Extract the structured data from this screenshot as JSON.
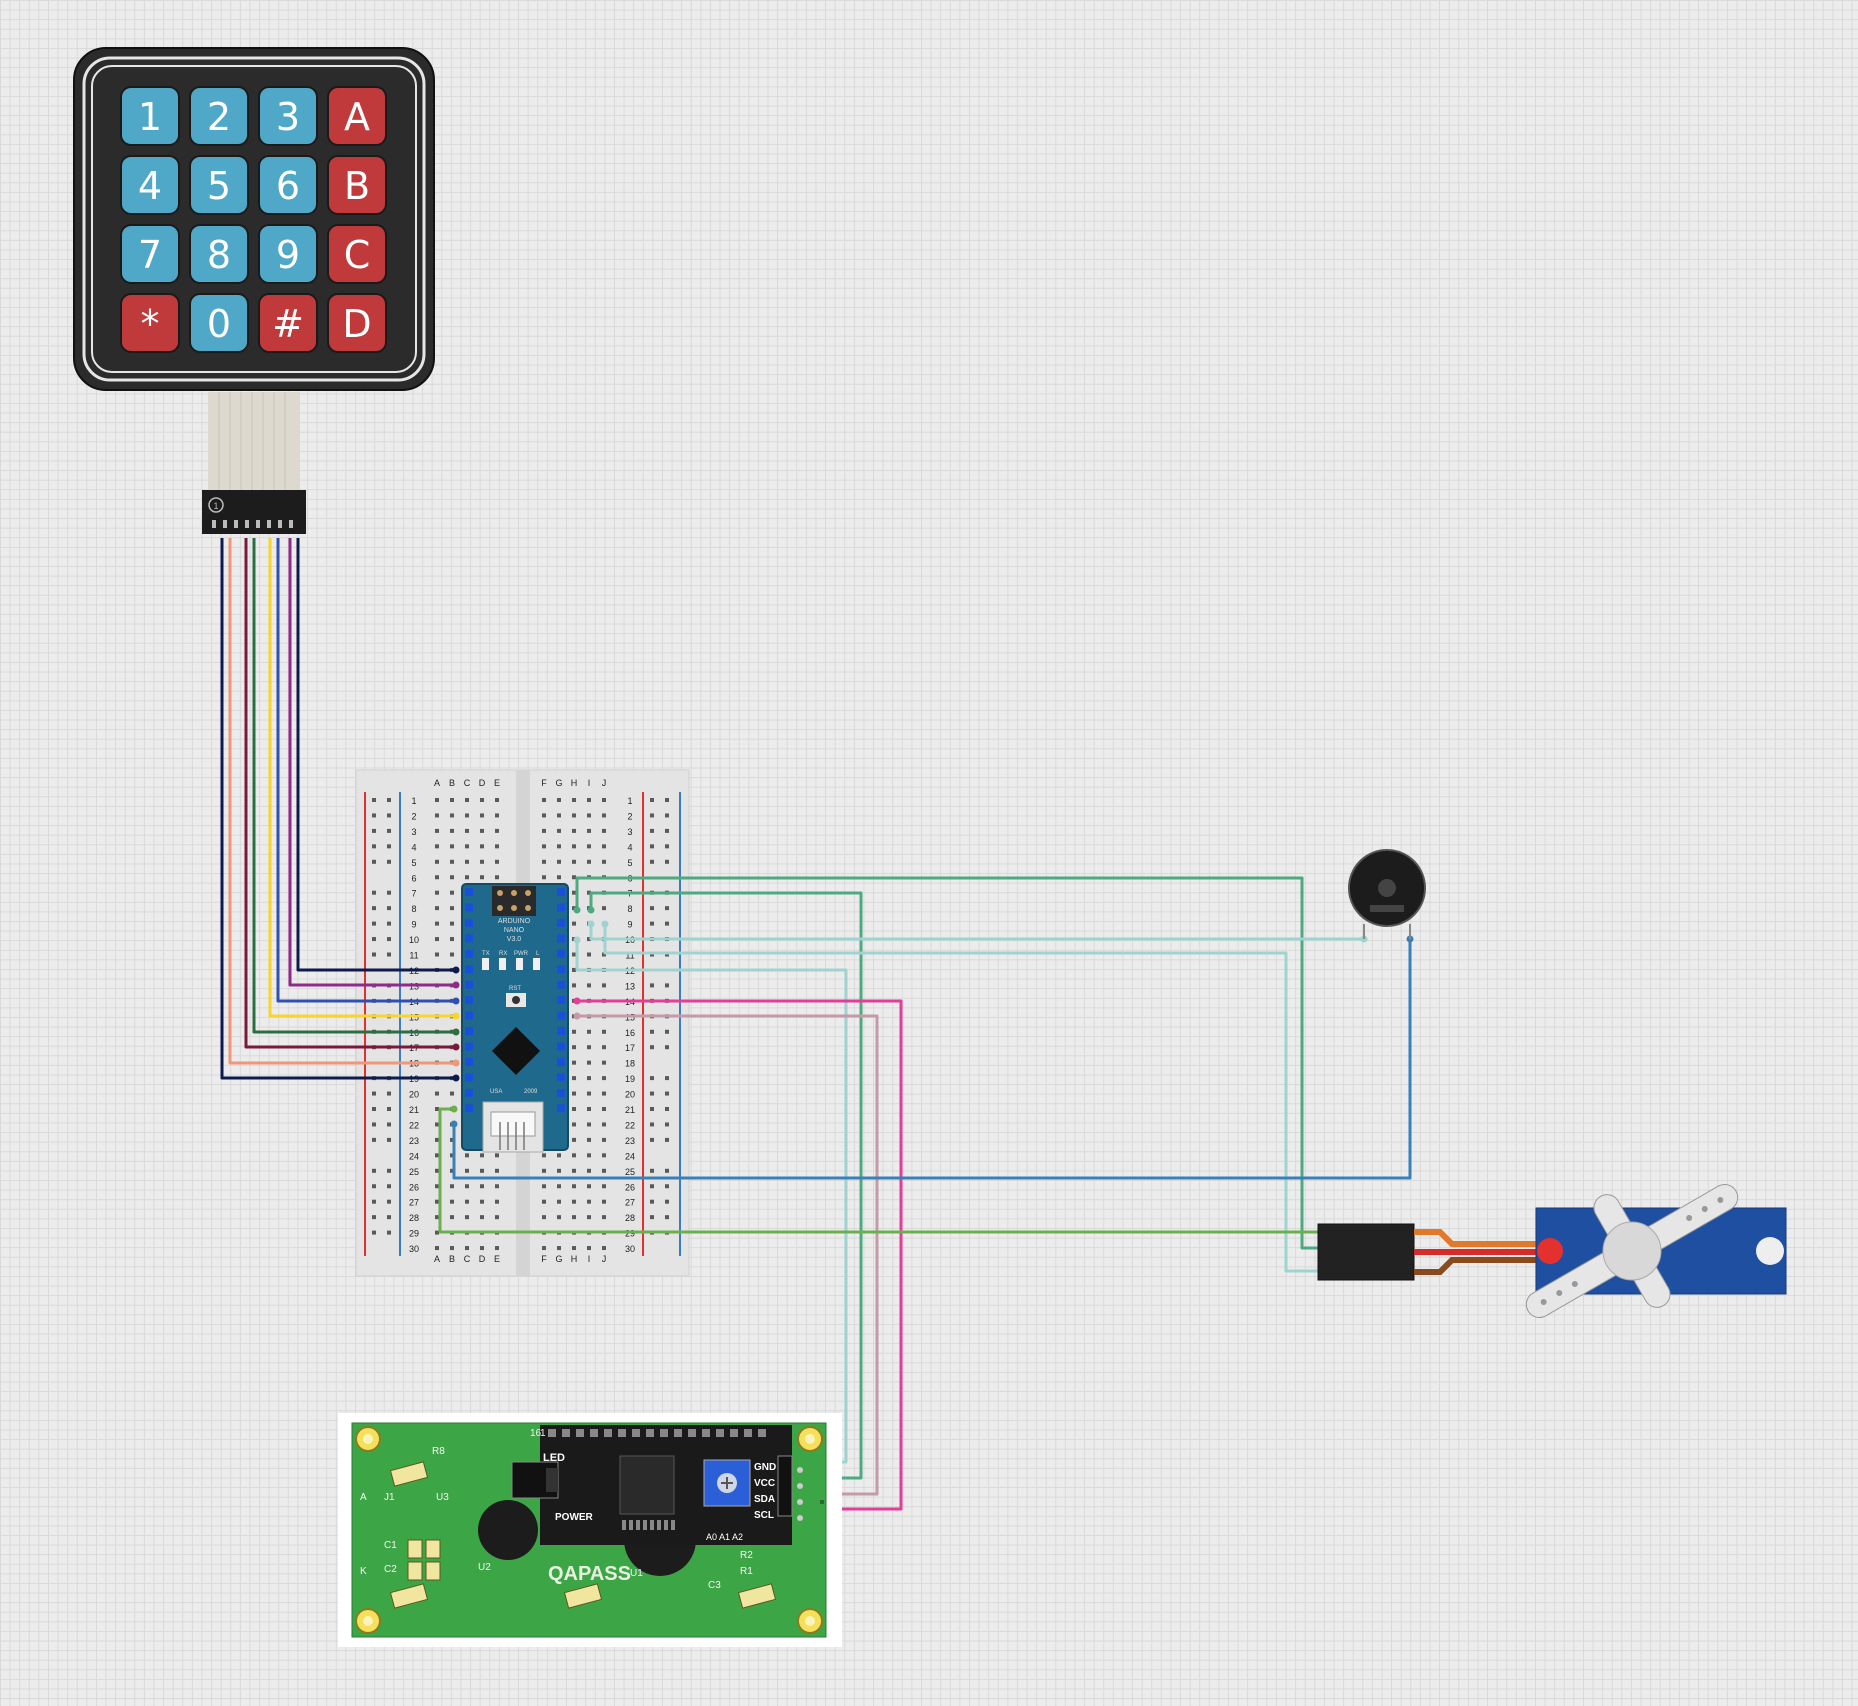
{
  "keypad": {
    "keys": [
      {
        "label": "1",
        "color": "#4fa8c7"
      },
      {
        "label": "2",
        "color": "#4fa8c7"
      },
      {
        "label": "3",
        "color": "#4fa8c7"
      },
      {
        "label": "A",
        "color": "#c0393b"
      },
      {
        "label": "4",
        "color": "#4fa8c7"
      },
      {
        "label": "5",
        "color": "#4fa8c7"
      },
      {
        "label": "6",
        "color": "#4fa8c7"
      },
      {
        "label": "B",
        "color": "#c0393b"
      },
      {
        "label": "7",
        "color": "#4fa8c7"
      },
      {
        "label": "8",
        "color": "#4fa8c7"
      },
      {
        "label": "9",
        "color": "#4fa8c7"
      },
      {
        "label": "C",
        "color": "#c0393b"
      },
      {
        "label": "*",
        "color": "#c0393b"
      },
      {
        "label": "0",
        "color": "#4fa8c7"
      },
      {
        "label": "#",
        "color": "#c0393b"
      },
      {
        "label": "D",
        "color": "#c0393b"
      }
    ],
    "connector_mark": "1"
  },
  "breadboard": {
    "left_columns": [
      "A",
      "B",
      "C",
      "D",
      "E"
    ],
    "right_columns": [
      "F",
      "G",
      "H",
      "I",
      "J"
    ],
    "rows": 30
  },
  "nano": {
    "line1": "ARDUINO",
    "line2": "NANO",
    "line3": "V3.0",
    "tx_label": "TX",
    "rx_label": "RX",
    "pwr_label": "PWR",
    "l_label": "L",
    "rst_label": "RST",
    "usa_label": "USA",
    "year_label": "2009"
  },
  "lcd": {
    "brand": "QAPASS",
    "led_label": "LED",
    "power_label": "POWER",
    "pin_labels": [
      "GND",
      "VCC",
      "SDA",
      "SCL"
    ],
    "addr_label": "A0 A1 A2",
    "pcb_labels": [
      "R8",
      "J1",
      "U3",
      "C1",
      "C2",
      "U2",
      "U1",
      "C3",
      "R2",
      "R1",
      "A",
      "K",
      "16",
      "1"
    ]
  },
  "wire_colors": {
    "keypad": [
      "#0d1b4d",
      "#f0967a",
      "#7a1a3a",
      "#2b6e3f",
      "#f7d52b",
      "#2e4fb3",
      "#8e2a8e",
      "#0d1b4d"
    ],
    "green": "#4daa80",
    "lime": "#6ab04c",
    "light_teal": "#9fd3cf",
    "blue": "#3a80b8",
    "pink": "#e53c98",
    "mauve": "#c49aa6"
  }
}
